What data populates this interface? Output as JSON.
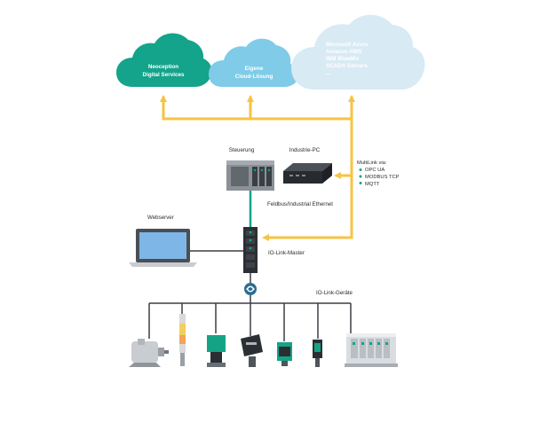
{
  "clouds": {
    "neoception": {
      "line1": "Neoception",
      "line2": "Digital Services",
      "color": "#14a38b"
    },
    "eigene": {
      "line1": "Eigene",
      "line2": "Cloud-Lösung",
      "color": "#7fcbe8"
    },
    "providers": {
      "line1": "Microsoft Azure",
      "line2": "Amazon AWS",
      "line3": "IBM BlueMix",
      "line4": "SCADA Servers",
      "line5": "...",
      "color": "#d8eaf4"
    }
  },
  "labels": {
    "steuerung": "Steuerung",
    "industrie_pc": "Industrie-PC",
    "webserver": "Webserver",
    "io_link_master": "IO-Link-Master",
    "feldbus": "Feldbus/Industrial Ethernet",
    "io_link_geraete": "IO-Link-Geräte"
  },
  "multilink": {
    "title": "MultiLink via:",
    "items": [
      "OPC UA",
      "MODBUS TCP",
      "MQTT"
    ]
  },
  "colors": {
    "arrow": "#f6c343",
    "line": "#3a3f45",
    "green": "#15a386",
    "cable": "#15a386"
  },
  "icons": {
    "master_symbol": "io-link-symbol-icon"
  }
}
